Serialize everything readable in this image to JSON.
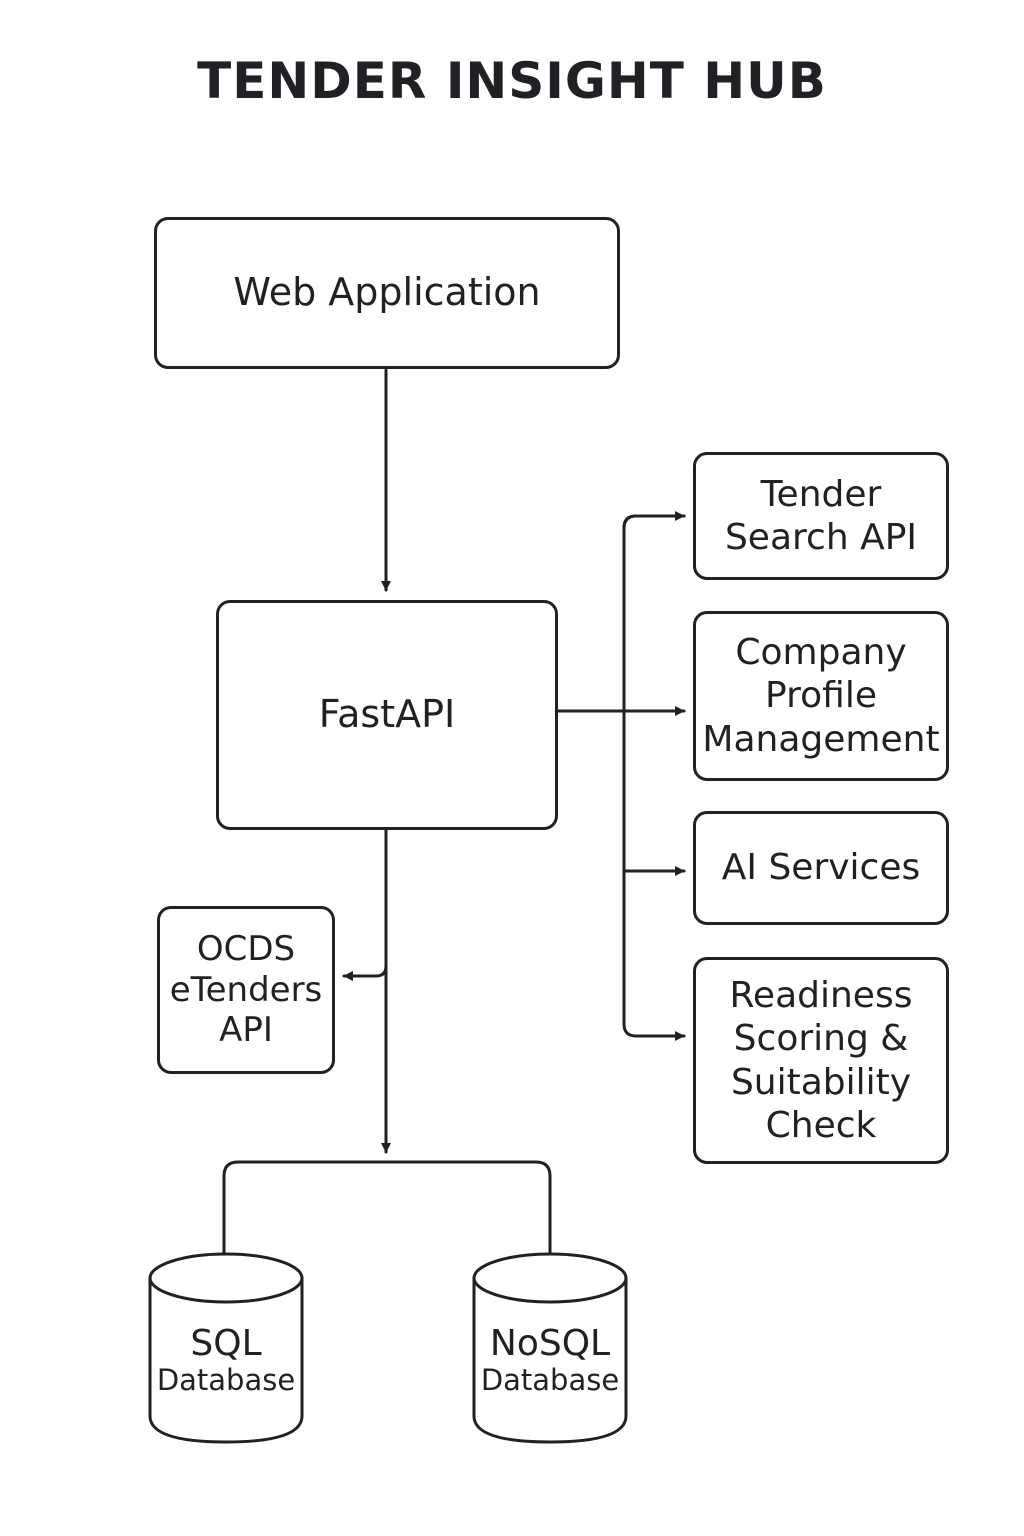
{
  "title": "TENDER INSIGHT HUB",
  "nodes": {
    "web_app": "Web Application",
    "fastapi": "FastAPI",
    "tender_search": "Tender\nSearch API",
    "company_profile": "Company\nProfile\nManagement",
    "ai_services": "AI Services",
    "readiness": "Readiness\nScoring &\nSuitability\nCheck",
    "ocds": "OCDS\neTenders\nAPI",
    "sql_db": {
      "main": "SQL",
      "sub": "Database"
    },
    "nosql_db": {
      "main": "NoSQL",
      "sub": "Database"
    }
  },
  "colors": {
    "stroke": "#1f2125",
    "background": "#ffffff"
  }
}
